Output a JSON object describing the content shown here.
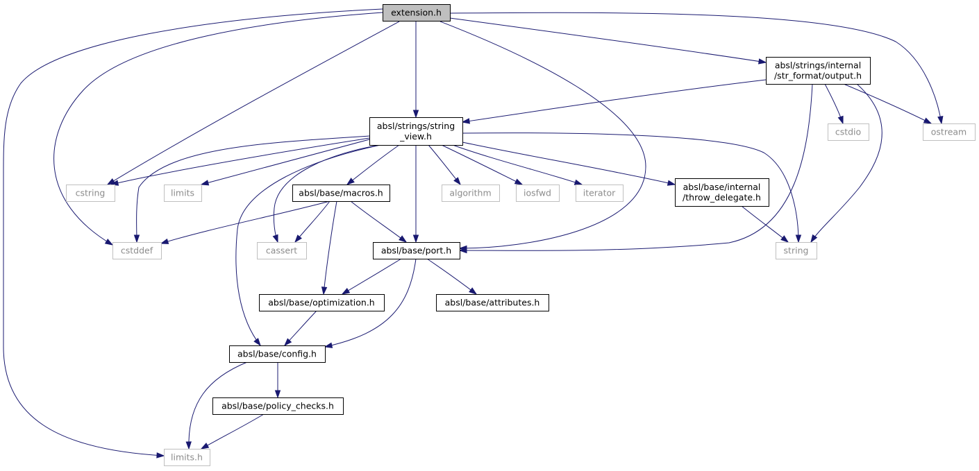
{
  "nodes": [
    {
      "id": "extension",
      "lines": [
        "extension.h"
      ],
      "kind": "root"
    },
    {
      "id": "output",
      "lines": [
        "absl/strings/internal",
        "/str_format/output.h"
      ],
      "kind": "internal"
    },
    {
      "id": "string_view",
      "lines": [
        "absl/strings/string",
        "_view.h"
      ],
      "kind": "internal"
    },
    {
      "id": "cstdio",
      "lines": [
        "cstdio"
      ],
      "kind": "external"
    },
    {
      "id": "ostream",
      "lines": [
        "ostream"
      ],
      "kind": "external"
    },
    {
      "id": "cstring",
      "lines": [
        "cstring"
      ],
      "kind": "external"
    },
    {
      "id": "limits",
      "lines": [
        "limits"
      ],
      "kind": "external"
    },
    {
      "id": "macros",
      "lines": [
        "absl/base/macros.h"
      ],
      "kind": "internal"
    },
    {
      "id": "algorithm",
      "lines": [
        "algorithm"
      ],
      "kind": "external"
    },
    {
      "id": "iosfwd",
      "lines": [
        "iosfwd"
      ],
      "kind": "external"
    },
    {
      "id": "iterator",
      "lines": [
        "iterator"
      ],
      "kind": "external"
    },
    {
      "id": "throw_delegate",
      "lines": [
        "absl/base/internal",
        "/throw_delegate.h"
      ],
      "kind": "internal"
    },
    {
      "id": "cstddef",
      "lines": [
        "cstddef"
      ],
      "kind": "external"
    },
    {
      "id": "cassert",
      "lines": [
        "cassert"
      ],
      "kind": "external"
    },
    {
      "id": "port",
      "lines": [
        "absl/base/port.h"
      ],
      "kind": "internal"
    },
    {
      "id": "string",
      "lines": [
        "string"
      ],
      "kind": "external"
    },
    {
      "id": "optimization",
      "lines": [
        "absl/base/optimization.h"
      ],
      "kind": "internal"
    },
    {
      "id": "attributes",
      "lines": [
        "absl/base/attributes.h"
      ],
      "kind": "internal"
    },
    {
      "id": "config",
      "lines": [
        "absl/base/config.h"
      ],
      "kind": "internal"
    },
    {
      "id": "policy_checks",
      "lines": [
        "absl/base/policy_checks.h"
      ],
      "kind": "internal"
    },
    {
      "id": "limits_h",
      "lines": [
        "limits.h"
      ],
      "kind": "external"
    }
  ],
  "edges": [
    {
      "from": "extension",
      "to": "string_view"
    },
    {
      "from": "extension",
      "to": "output"
    },
    {
      "from": "extension",
      "to": "ostream"
    },
    {
      "from": "extension",
      "to": "cstring"
    },
    {
      "from": "extension",
      "to": "cstddef"
    },
    {
      "from": "extension",
      "to": "port"
    },
    {
      "from": "extension",
      "to": "limits_h"
    },
    {
      "from": "output",
      "to": "string_view"
    },
    {
      "from": "output",
      "to": "cstdio"
    },
    {
      "from": "output",
      "to": "ostream"
    },
    {
      "from": "output",
      "to": "port"
    },
    {
      "from": "output",
      "to": "string"
    },
    {
      "from": "string_view",
      "to": "cstring"
    },
    {
      "from": "string_view",
      "to": "limits"
    },
    {
      "from": "string_view",
      "to": "macros"
    },
    {
      "from": "string_view",
      "to": "algorithm"
    },
    {
      "from": "string_view",
      "to": "iosfwd"
    },
    {
      "from": "string_view",
      "to": "iterator"
    },
    {
      "from": "string_view",
      "to": "throw_delegate"
    },
    {
      "from": "string_view",
      "to": "string"
    },
    {
      "from": "string_view",
      "to": "cstddef"
    },
    {
      "from": "string_view",
      "to": "cassert"
    },
    {
      "from": "string_view",
      "to": "port"
    },
    {
      "from": "string_view",
      "to": "config"
    },
    {
      "from": "macros",
      "to": "cstddef"
    },
    {
      "from": "macros",
      "to": "cassert"
    },
    {
      "from": "macros",
      "to": "port"
    },
    {
      "from": "macros",
      "to": "optimization"
    },
    {
      "from": "throw_delegate",
      "to": "string"
    },
    {
      "from": "port",
      "to": "optimization"
    },
    {
      "from": "port",
      "to": "attributes"
    },
    {
      "from": "port",
      "to": "config"
    },
    {
      "from": "optimization",
      "to": "config"
    },
    {
      "from": "config",
      "to": "policy_checks"
    },
    {
      "from": "config",
      "to": "limits_h"
    },
    {
      "from": "policy_checks",
      "to": "limits_h"
    }
  ]
}
